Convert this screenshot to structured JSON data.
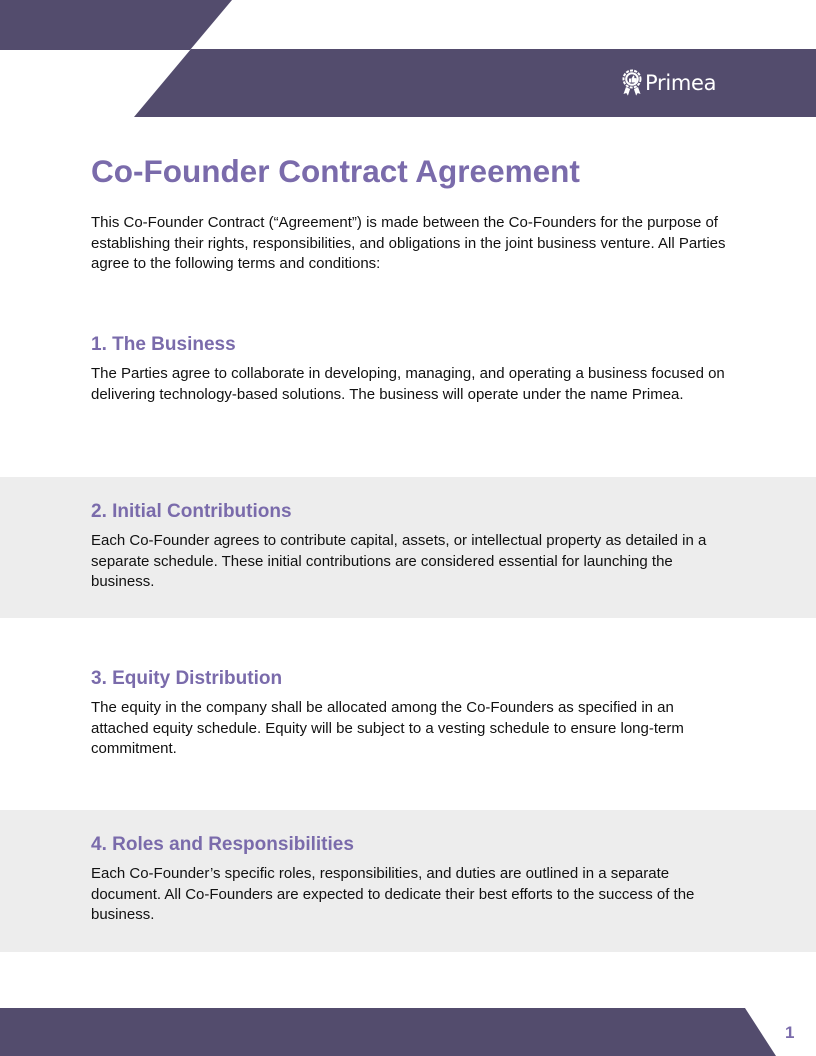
{
  "header": {
    "logo_icon": "award-badge-thumbs-up-icon",
    "logo_text": "Primea",
    "brand_color": "#534c6d",
    "accent_color": "#7a6bab"
  },
  "document": {
    "title": "Co-Founder Contract Agreement",
    "intro": "This Co-Founder Contract (“Agreement”) is made between the Co-Founders for the purpose of establishing their rights, responsibilities, and obligations in the joint business venture. All Parties agree to the following terms and conditions:",
    "sections": [
      {
        "heading": "1. The Business",
        "body": "The Parties agree to collaborate in developing, managing, and operating a business focused on delivering technology-based solutions. The business will operate under the name Primea."
      },
      {
        "heading": "2. Initial Contributions",
        "body": "Each Co-Founder agrees to contribute capital, assets, or intellectual property as detailed in a separate schedule. These initial contributions are considered essential for launching the business."
      },
      {
        "heading": "3. Equity Distribution",
        "body": "The equity in the company shall be allocated among the Co-Founders as specified in an attached equity schedule. Equity will be subject to a vesting schedule to ensure long-term commitment."
      },
      {
        "heading": "4. Roles and Responsibilities",
        "body": "Each Co-Founder’s specific roles, responsibilities, and duties are outlined in a separate document. All Co-Founders are expected to dedicate their best efforts to the success of the business."
      }
    ]
  },
  "footer": {
    "page_number": "1"
  }
}
